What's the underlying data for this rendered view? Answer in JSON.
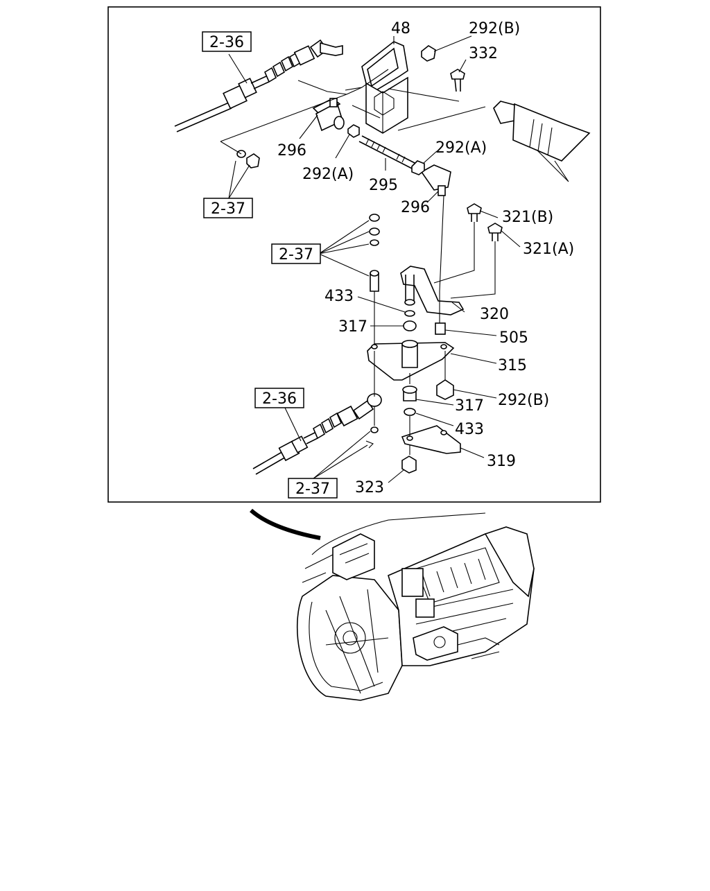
{
  "diagram": {
    "refs": {
      "r236_top": "2-36",
      "r237_top": "2-37",
      "r237_mid": "2-37",
      "r236_bot": "2-36",
      "r237_bot": "2-37"
    },
    "labels": {
      "l48": "48",
      "l292b_top": "292(B)",
      "l332": "332",
      "l296_a": "296",
      "l292a_left": "292(A)",
      "l292a_right": "292(A)",
      "l295": "295",
      "l296_b": "296",
      "l321b": "321(B)",
      "l321a": "321(A)",
      "l433_top": "433",
      "l320": "320",
      "l317_top": "317",
      "l505": "505",
      "l315": "315",
      "l292b_bot": "292(B)",
      "l317_bot": "317",
      "l433_bot": "433",
      "l319": "319",
      "l323": "323"
    }
  }
}
